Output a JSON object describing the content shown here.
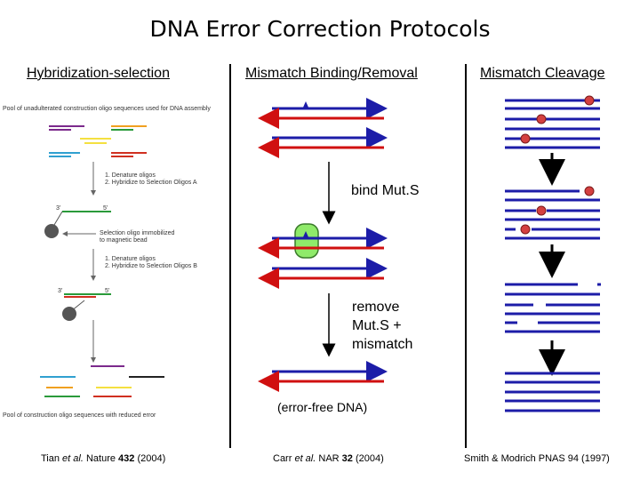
{
  "title": "DNA Error Correction Protocols",
  "columns": {
    "hybridization": {
      "heading": "Hybridization-selection",
      "pool_top": "Pool of unadulterated construction oligo sequences used for DNA assembly",
      "step1a": "1. Denature oligos",
      "step1b": "2. Hybridize to Selection Oligos A",
      "three_prime_a": "3'",
      "five_prime_a": "5'",
      "selection_a": "Selection oligo immobilized",
      "selection_b": "to magnetic bead",
      "step2a": "1. Denature oligos",
      "step2b": "2. Hybridize to Selection Oligos B",
      "three_prime_b": "3'",
      "five_prime_b": "5'",
      "pool_bottom": "Pool of construction oligo sequences with reduced error",
      "citation": {
        "pre": "Tian ",
        "authors": "et al.",
        "journal": "  Nature ",
        "volume": "432",
        "year": " (2004)"
      }
    },
    "mismatch_binding": {
      "heading": "Mismatch Binding/Removal",
      "bind": "bind Mut.S",
      "remove_1": "remove",
      "remove_2": "Mut.S +",
      "remove_3": "mismatch",
      "error_free": "(error-free DNA)",
      "citation": {
        "pre": "Carr ",
        "authors": "et al.",
        "journal": "  NAR ",
        "volume": "32",
        "year": " (2004)"
      }
    },
    "mismatch_cleavage": {
      "heading": "Mismatch Cleavage",
      "citation": "Smith & Modrich PNAS 94 (1997)"
    }
  },
  "colors": {
    "blue": "#1c1ca8",
    "red": "#d01010",
    "green": "#8fea6a",
    "cleave": "#d44040"
  }
}
